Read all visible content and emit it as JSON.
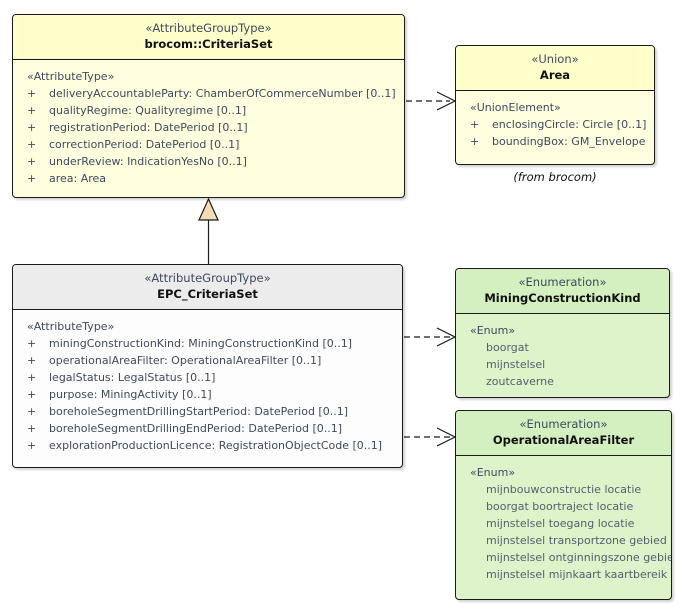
{
  "diagram": {
    "type": "UML class diagram",
    "classes": [
      {
        "id": "criteriaset",
        "stereotype": "«AttributeGroupType»",
        "name": "brocom::CriteriaSet",
        "group_label": "«AttributeType»",
        "attributes": [
          {
            "visibility": "+",
            "text": "deliveryAccountableParty: ChamberOfCommerceNumber [0..1]"
          },
          {
            "visibility": "+",
            "text": "qualityRegime: Qualityregime [0..1]"
          },
          {
            "visibility": "+",
            "text": "registrationPeriod: DatePeriod [0..1]"
          },
          {
            "visibility": "+",
            "text": "correctionPeriod: DatePeriod [0..1]"
          },
          {
            "visibility": "+",
            "text": "underReview: IndicationYesNo [0..1]"
          },
          {
            "visibility": "+",
            "text": "area: Area"
          }
        ]
      },
      {
        "id": "area",
        "stereotype": "«Union»",
        "name": "Area",
        "group_label": "«UnionElement»",
        "caption": "(from brocom)",
        "attributes": [
          {
            "visibility": "+",
            "text": "enclosingCircle: Circle [0..1]"
          },
          {
            "visibility": "+",
            "text": "boundingBox: GM_Envelope"
          }
        ]
      },
      {
        "id": "epc",
        "stereotype": "«AttributeGroupType»",
        "name": "EPC_CriteriaSet",
        "group_label": "«AttributeType»",
        "attributes": [
          {
            "visibility": "+",
            "text": "miningConstructionKind: MiningConstructionKind [0..1]"
          },
          {
            "visibility": "+",
            "text": "operationalAreaFilter: OperationalAreaFilter [0..1]"
          },
          {
            "visibility": "+",
            "text": "legalStatus: LegalStatus [0..1]"
          },
          {
            "visibility": "+",
            "text": "purpose: MiningActivity [0..1]"
          },
          {
            "visibility": "+",
            "text": "boreholeSegmentDrillingStartPeriod: DatePeriod [0..1]"
          },
          {
            "visibility": "+",
            "text": "boreholeSegmentDrillingEndPeriod: DatePeriod [0..1]"
          },
          {
            "visibility": "+",
            "text": "explorationProductionLicence: RegistrationObjectCode [0..1]"
          }
        ]
      },
      {
        "id": "mck",
        "stereotype": "«Enumeration»",
        "name": "MiningConstructionKind",
        "group_label": "«Enum»",
        "values": [
          "boorgat",
          "mijnstelsel",
          "zoutcaverne"
        ]
      },
      {
        "id": "oaf",
        "stereotype": "«Enumeration»",
        "name": "OperationalAreaFilter",
        "group_label": "«Enum»",
        "values": [
          "mijnbouwconstructie locatie",
          "boorgat boortraject locatie",
          "mijnstelsel toegang locatie",
          "mijnstelsel transportzone gebied",
          "mijnstelsel ontginningszone gebied",
          "mijnstelsel mijnkaart kaartbereik"
        ]
      }
    ],
    "relations": [
      {
        "kind": "generalization",
        "from": "epc",
        "to": "criteriaset"
      },
      {
        "kind": "dependency",
        "from": "criteriaset",
        "to": "area"
      },
      {
        "kind": "dependency",
        "from": "epc",
        "to": "mck"
      },
      {
        "kind": "dependency",
        "from": "epc",
        "to": "oaf"
      }
    ]
  },
  "colors": {
    "class_header_yellow": "#ffffcc",
    "class_body_yellow": "#ffffe0",
    "class_header_gray": "#ececec",
    "class_body_white": "#fdfdfd",
    "enum_header_green": "#d5f0c0",
    "enum_body_green": "#ddf3ca",
    "border": "#1a1a1a",
    "text": "#3d4a5c",
    "generalization_fill": "#f5ddb3"
  }
}
